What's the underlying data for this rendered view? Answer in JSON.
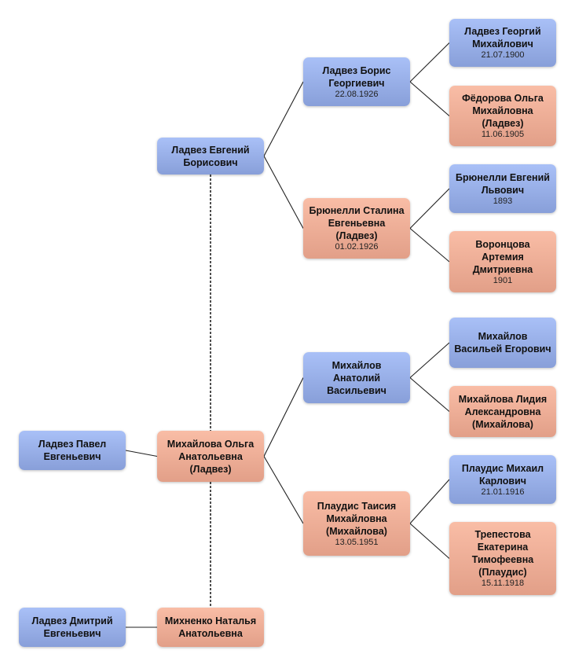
{
  "people": [
    {
      "id": "pavel",
      "name": "Ладвез Павел Евгеньевич",
      "date": "",
      "gender": "m"
    },
    {
      "id": "dmitry",
      "name": "Ладвез Дмитрий Евгеньевич",
      "date": "",
      "gender": "m"
    },
    {
      "id": "evgeny",
      "name": "Ладвез Евгений Борисович",
      "date": "",
      "gender": "m"
    },
    {
      "id": "olga",
      "name": "Михайлова Ольга Анатольевна (Ладвез)",
      "date": "",
      "gender": "f"
    },
    {
      "id": "mikhnenko",
      "name": "Михненко Наталья Анатольевна",
      "date": "",
      "gender": "f"
    },
    {
      "id": "boris",
      "name": "Ладвез Борис Георгиевич",
      "date": "22.08.1926",
      "gender": "m"
    },
    {
      "id": "stalina",
      "name": "Брюнелли Сталина Евгеньевна (Ладвез)",
      "date": "01.02.1926",
      "gender": "f"
    },
    {
      "id": "anatoly",
      "name": "Михайлов Анатолий Васильевич",
      "date": "",
      "gender": "m"
    },
    {
      "id": "taisia",
      "name": "Плаудис Таисия Михайловна (Михайлова)",
      "date": "13.05.1951",
      "gender": "f"
    },
    {
      "id": "georgy",
      "name": "Ладвез Георгий Михайлович",
      "date": "21.07.1900",
      "gender": "m"
    },
    {
      "id": "fedorova",
      "name": "Фёдорова Ольга Михайловна (Ладвез)",
      "date": "11.06.1905",
      "gender": "f"
    },
    {
      "id": "brunelli",
      "name": "Брюнелли Евгений Львович",
      "date": "1893",
      "gender": "m"
    },
    {
      "id": "vorontsova",
      "name": "Воронцова Артемия Дмитриевна",
      "date": "1901",
      "gender": "f"
    },
    {
      "id": "vasily",
      "name": "Михайлов Васильей Егорович",
      "date": "",
      "gender": "m"
    },
    {
      "id": "lidia",
      "name": "Михайлова Лидия Александровна (Михайлова)",
      "date": "",
      "gender": "f"
    },
    {
      "id": "plaudis",
      "name": "Плаудис Михаил Карлович",
      "date": "21.01.1916",
      "gender": "m"
    },
    {
      "id": "trepestova",
      "name": "Трепестова Екатерина Тимофеевна (Плаудис)",
      "date": "15.11.1918",
      "gender": "f"
    }
  ],
  "parent_links": [
    [
      "evgeny",
      "boris"
    ],
    [
      "evgeny",
      "stalina"
    ],
    [
      "boris",
      "georgy"
    ],
    [
      "boris",
      "fedorova"
    ],
    [
      "stalina",
      "brunelli"
    ],
    [
      "stalina",
      "vorontsova"
    ],
    [
      "olga",
      "anatoly"
    ],
    [
      "olga",
      "taisia"
    ],
    [
      "anatoly",
      "vasily"
    ],
    [
      "anatoly",
      "lidia"
    ],
    [
      "taisia",
      "plaudis"
    ],
    [
      "taisia",
      "trepestova"
    ],
    [
      "pavel",
      "olga"
    ],
    [
      "dmitry",
      "mikhnenko"
    ]
  ],
  "spouse_links": [
    [
      "evgeny",
      "olga"
    ],
    [
      "olga",
      "mikhnenko"
    ]
  ],
  "colors": {
    "male": "#98b0e8",
    "female": "#eeae96",
    "line": "#222222"
  }
}
